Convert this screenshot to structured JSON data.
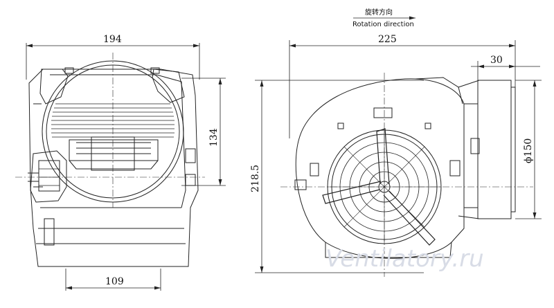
{
  "rotation": {
    "caption_cn": "旋转方向",
    "caption_en": "Rotation direction"
  },
  "front_view": {
    "width_dim": "194",
    "height_dim": "134",
    "bottom_dim": "109"
  },
  "side_view": {
    "width_dim": "225",
    "outlet_dim": "30",
    "height_dim": "218.5",
    "diameter_dim": "ϕ150"
  },
  "watermark": "Ventilatory.ru",
  "colors": {
    "line": "#222222",
    "watermark": "#d8dce6"
  }
}
